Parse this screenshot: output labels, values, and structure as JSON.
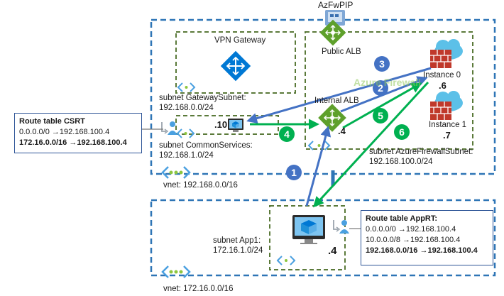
{
  "title": "AzFwPIP",
  "vnet_hub": {
    "label": "vnet: 192.168.0.0/16"
  },
  "vnet_spoke": {
    "label": "vnet: 172.16.0.0/16"
  },
  "vpn_gateway": {
    "label": "VPN Gateway"
  },
  "subnets": {
    "gateway": {
      "name": "subnet GatewaySubnet:",
      "cidr": "192.168.0.0/24"
    },
    "common": {
      "name": "subnet CommonServices:",
      "cidr": "192.168.1.0/24"
    },
    "firewall": {
      "name": "subnet AzureFirewallSubnet:",
      "cidr": "192.168.100.0/24"
    },
    "app1": {
      "name": "subnet App1:",
      "cidr": "172.16.1.0/24"
    }
  },
  "azure_firewall": {
    "watermark": "Azure Firewall"
  },
  "public_alb": {
    "label": "Public ALB"
  },
  "internal_alb": {
    "label": "Internal ALB",
    "ip": ".4"
  },
  "instance0": {
    "label": "Instance 0",
    "ip": ".6"
  },
  "instance1": {
    "label": "Instance 1",
    "ip": ".7"
  },
  "vm_common": {
    "ip": ".10"
  },
  "vm_app": {
    "ip": ".4"
  },
  "route_csrt": {
    "title": "Route table CSRT",
    "line1": "0.0.0.0/0 →192.168.100.4",
    "line2": "172.16.0.0/16 →192.168.100.4"
  },
  "route_apprt": {
    "title": "Route table AppRT:",
    "line1": "0.0.0.0/0 →192.168.100.4",
    "line2": "10.0.0.0/8 →192.168.100.4",
    "line3": "192.168.0.0/16 →192.168.100.4"
  },
  "steps": [
    "1",
    "2",
    "3",
    "4",
    "5",
    "6"
  ],
  "colors": {
    "vnet_border": "#2e75b6",
    "subnet_border": "#5b7a3a",
    "flow_blue": "#4472c4",
    "flow_green": "#00b050",
    "azure_blue": "#0078d4",
    "fw_red": "#c0392b",
    "cloud": "#5cc0e8",
    "alb_green": "#5ea02b"
  }
}
